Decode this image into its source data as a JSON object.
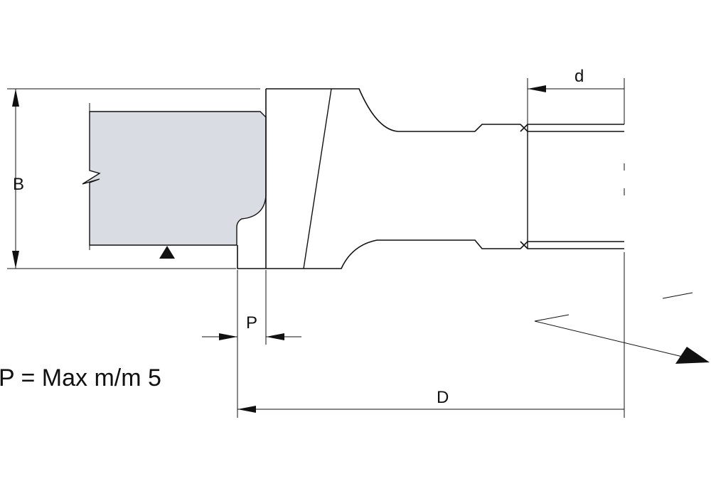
{
  "labels": {
    "B": "B",
    "d": "d",
    "P": "P",
    "D": "D",
    "note": "P = Max m/m 5"
  },
  "colors": {
    "workpiece": "#d9dce3",
    "line": "#111111",
    "background": "#ffffff"
  }
}
